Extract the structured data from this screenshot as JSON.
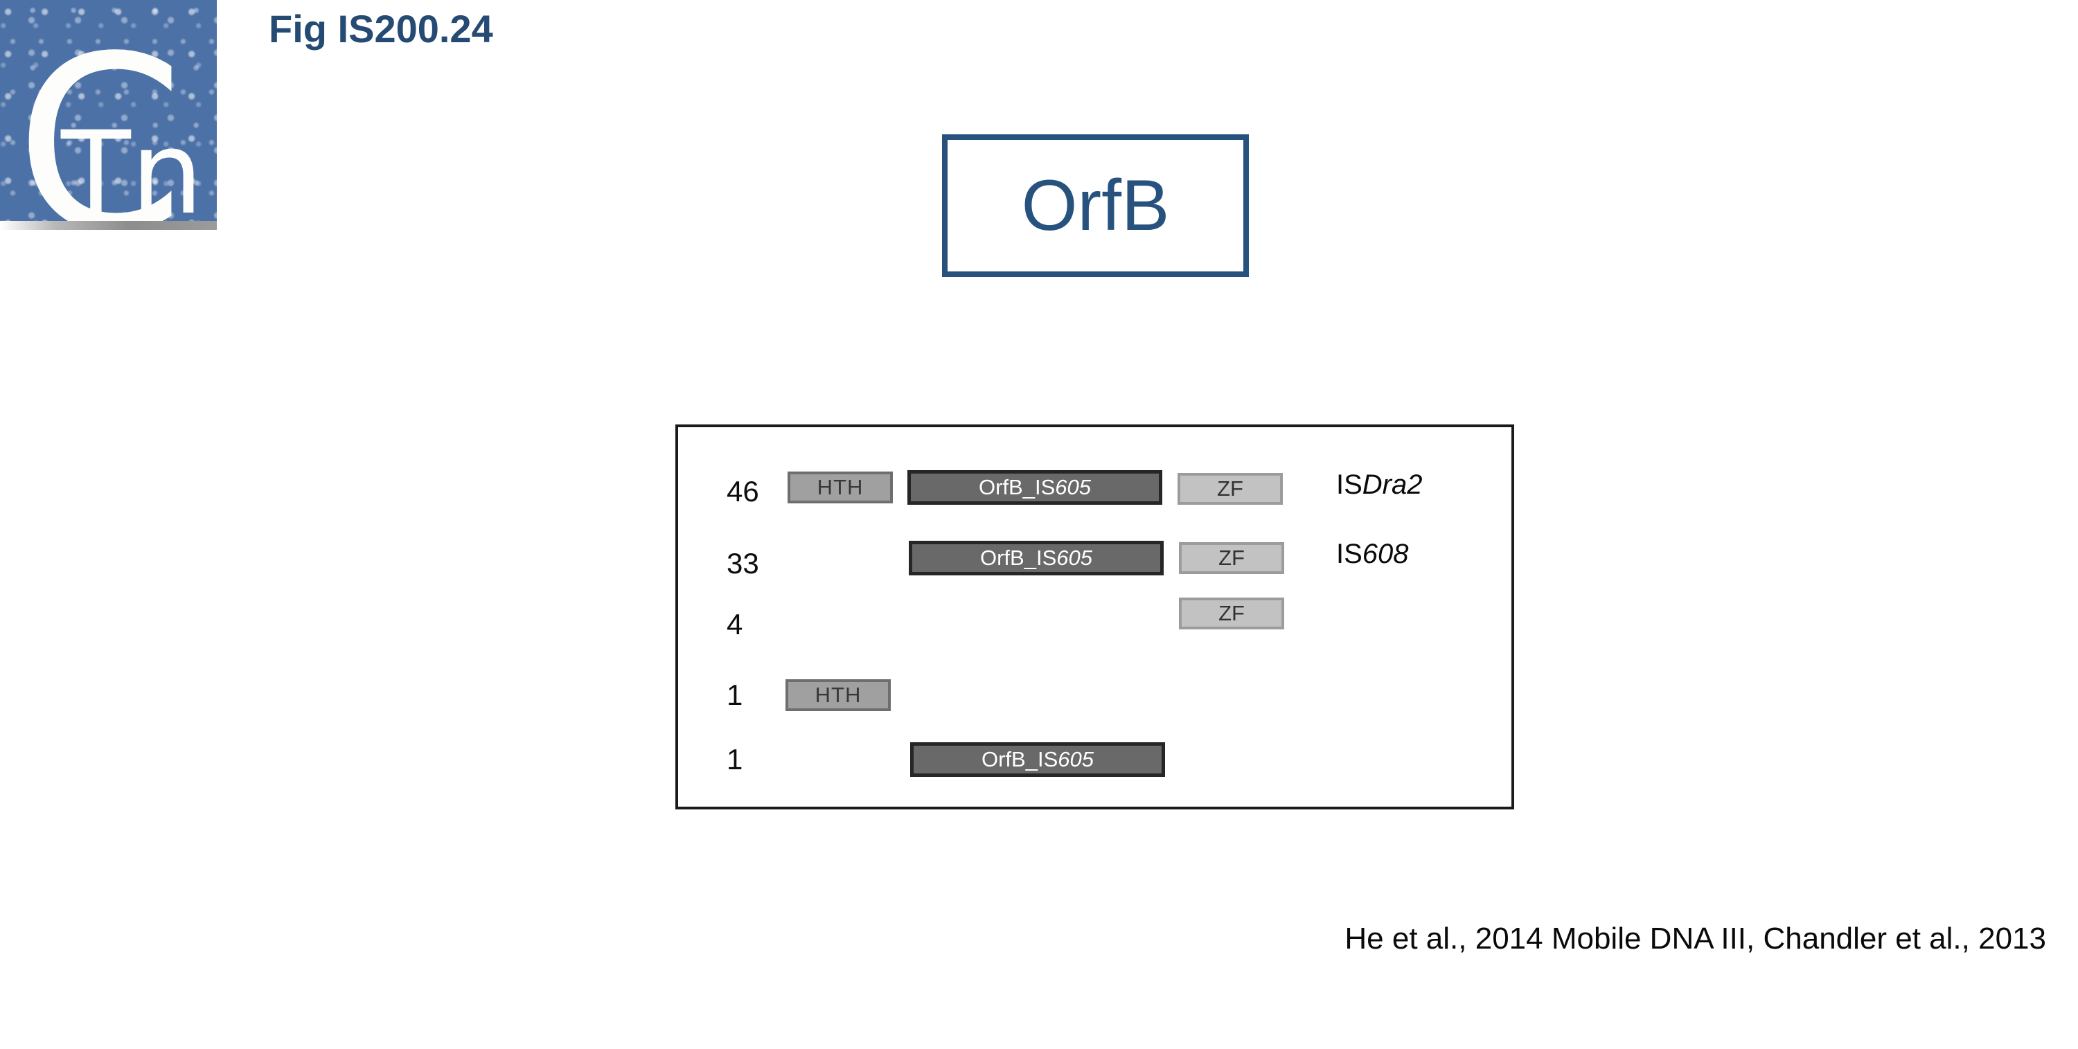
{
  "header": {
    "fig_label": "Fig IS200.24"
  },
  "logo": {
    "c": "C",
    "tn": "Tn"
  },
  "title_box": {
    "label": "OrfB"
  },
  "diagram": {
    "domains": {
      "hth": "HTH",
      "orfb_prefix": "OrfB_IS",
      "orfb_suffix": "605",
      "zf": "ZF"
    },
    "rows": [
      {
        "count": "46",
        "label_prefix": "IS",
        "label_italic": "Dra2"
      },
      {
        "count": "33",
        "label_prefix": "IS",
        "label_italic": "608"
      },
      {
        "count": "4"
      },
      {
        "count": "1"
      },
      {
        "count": "1"
      }
    ]
  },
  "citation": {
    "text": "He et al., 2014 Mobile DNA III, Chandler et al., 2013"
  },
  "colors": {
    "navy": "#28527e",
    "headline_navy": "#254a73",
    "panel_border": "#1a1a1a",
    "hth_fill": "#a0a0a0",
    "orfb_fill": "#696969",
    "zf_fill": "#c2c2c2",
    "logo_blue": "#4c71a7"
  }
}
